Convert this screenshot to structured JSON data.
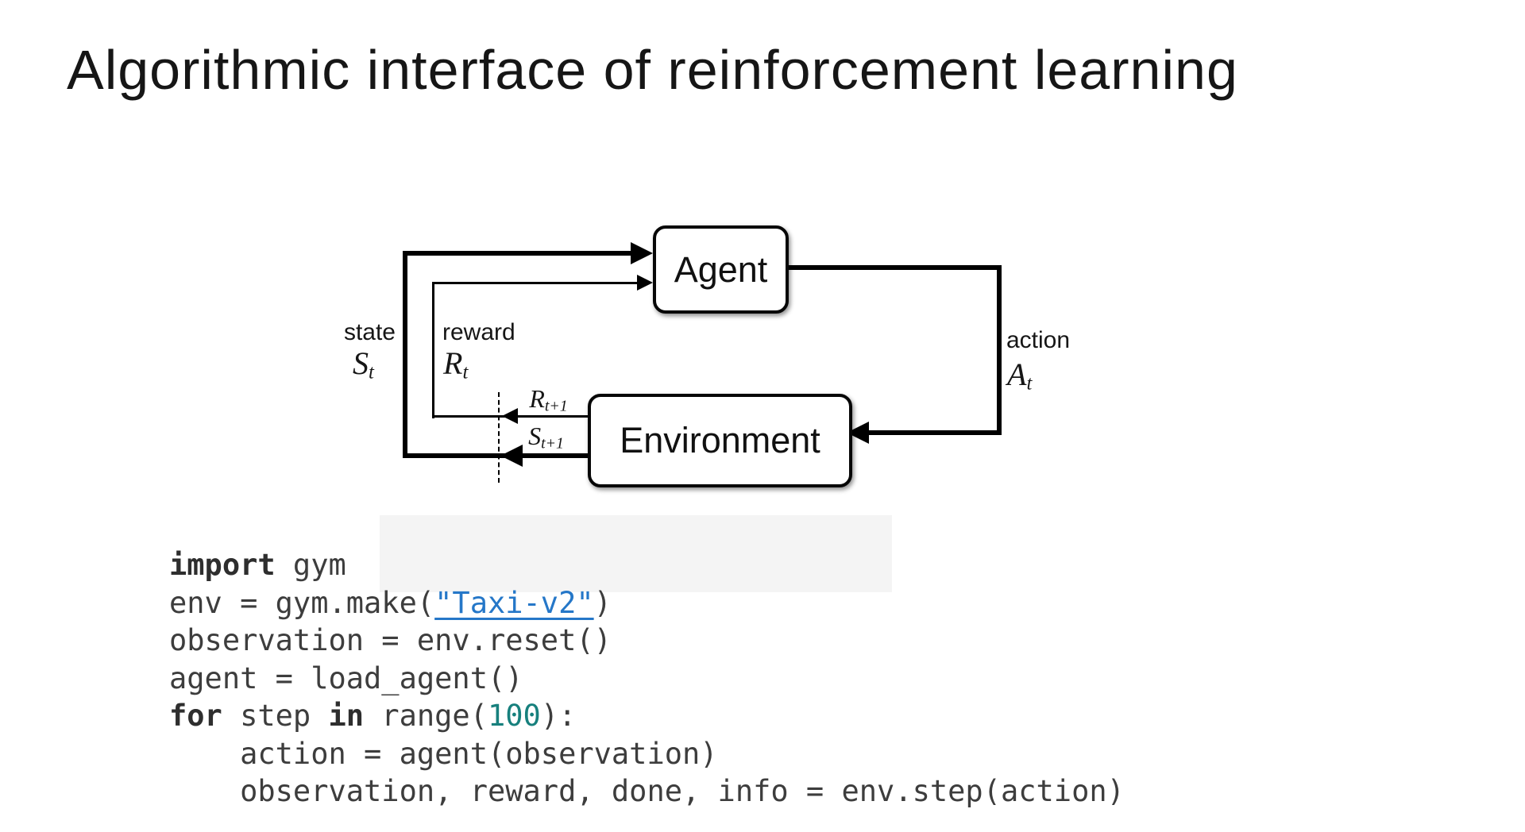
{
  "slide": {
    "title": "Algorithmic interface of reinforcement learning"
  },
  "diagram": {
    "agent_label": "Agent",
    "environment_label": "Environment",
    "state_word": "state",
    "reward_word": "reward",
    "action_word": "action",
    "state_sym": {
      "base": "S",
      "sub": "t"
    },
    "reward_sym": {
      "base": "R",
      "sub": "t"
    },
    "action_sym": {
      "base": "A",
      "sub": "t"
    },
    "next_reward_sym": {
      "base": "R",
      "sub": "t+1"
    },
    "next_state_sym": {
      "base": "S",
      "sub": "t+1"
    }
  },
  "code": {
    "lines": [
      [
        {
          "s": "k",
          "v": "import"
        },
        {
          "s": "p",
          "v": " gym"
        }
      ],
      [
        {
          "s": "p",
          "v": "env = gym.make("
        },
        {
          "s": "l",
          "v": "\"Taxi-v2\""
        },
        {
          "s": "p",
          "v": ")"
        }
      ],
      [
        {
          "s": "p",
          "v": "observation = env.reset()"
        }
      ],
      [
        {
          "s": "p",
          "v": "agent = load_agent()"
        }
      ],
      [
        {
          "s": "k",
          "v": "for"
        },
        {
          "s": "p",
          "v": " step "
        },
        {
          "s": "k",
          "v": "in"
        },
        {
          "s": "p",
          "v": " range("
        },
        {
          "s": "n",
          "v": "100"
        },
        {
          "s": "p",
          "v": "):"
        }
      ],
      [
        {
          "s": "p",
          "v": "    action = agent(observation)"
        }
      ],
      [
        {
          "s": "p",
          "v": "    observation, reward, done, info = env.step(action)"
        }
      ]
    ]
  },
  "colors": {
    "link_blue": "#2577c8",
    "number_teal": "#17807d",
    "code_text": "#3d3d3d",
    "diagram_line": "#000000",
    "highlight_gray": "#f4f4f4"
  }
}
